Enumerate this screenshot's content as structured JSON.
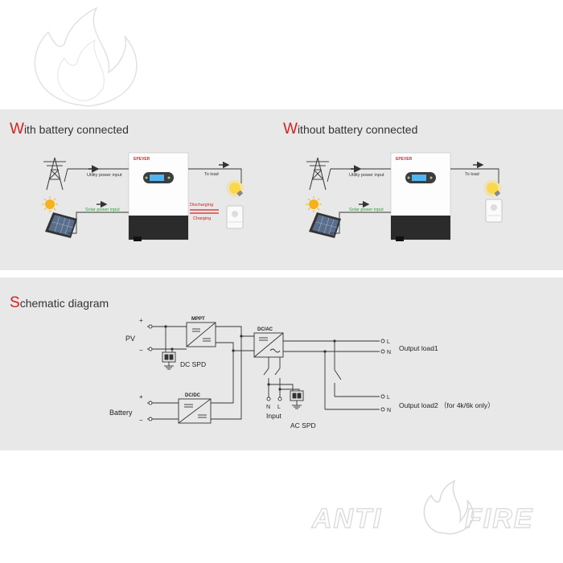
{
  "section1": {
    "left_title_cap": "W",
    "left_title_rest": "ith battery connected",
    "right_title_cap": "W",
    "right_title_rest": "ithout battery connected",
    "utility_label": "Utility power input",
    "solar_label": "Solar power input",
    "load_label": "To load",
    "discharging_label": "Discharging",
    "charging_label": "Charging",
    "brand": "EPEVER"
  },
  "section2": {
    "title_cap": "S",
    "title_rest": "chematic diagram",
    "pv_label": "PV",
    "plus": "+",
    "minus": "−",
    "battery_label": "Battery",
    "mppt_label": "MPPT",
    "dcdc_label": "DC/DC",
    "dcac_label": "DC/AC",
    "dc_spd_label": "DC SPD",
    "ac_spd_label": "AC SPD",
    "input_label": "Input",
    "n_label": "N",
    "l_label": "L",
    "output1_label": "Output load1",
    "output2_label": "Output load2 （for 4k/6k only）"
  },
  "footer": {
    "logo_left": "ANTI",
    "logo_right": "FIRE"
  },
  "colors": {
    "accent_red": "#d9201f",
    "green_text": "#2e9e3a",
    "band_gray": "#e8e8e8"
  }
}
